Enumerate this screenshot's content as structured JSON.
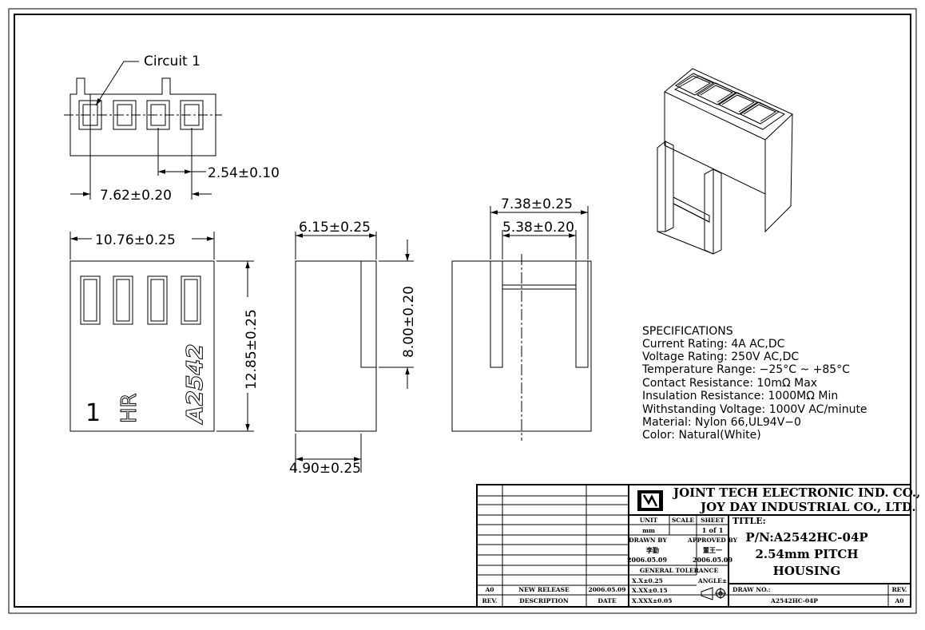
{
  "views": {
    "top": {
      "circuit_label": "Circuit 1",
      "pitch_dim": "2.54±0.10",
      "span_dim": "7.62±0.20"
    },
    "front": {
      "width_dim": "10.76±0.25",
      "height_dim": "12.85±0.25",
      "marking_1": "1",
      "marking_hr": "HR",
      "marking_part": "A2542"
    },
    "side": {
      "top_dim": "6.15±0.25",
      "bottom_dim": "4.90±0.25",
      "slot_dim": "8.00±0.20"
    },
    "rear": {
      "outer_dim": "7.38±0.25",
      "inner_dim": "5.38±0.20"
    }
  },
  "specifications": {
    "heading": "SPECIFICATIONS",
    "lines": [
      "Current Rating: 4A AC,DC",
      "Voltage Rating: 250V AC,DC",
      "Temperature Range: −25°C ~ +85°C",
      "Contact Resistance: 10mΩ Max",
      "Insulation Resistance: 1000MΩ Min",
      "Withstanding Voltage: 1000V AC/minute",
      "Material: Nylon 66,UL94V−0",
      "Color: Natural(White)"
    ]
  },
  "title_block": {
    "company_1": "JOINT TECH ELECTRONIC IND. CO., LTD.",
    "company_2": "JOY DAY INDUSTRIAL CO., LTD.",
    "unit_label": "UNIT",
    "unit_value": "mm",
    "scale_label": "SCALE",
    "scale_value": "",
    "sheet_label": "SHEET",
    "sheet_value": "1 of 1",
    "drawn_by_label": "DRAWN BY",
    "drawn_by_name": "李勤",
    "drawn_date": "2006.05.09",
    "approved_by_label": "APPROVED BY",
    "approved_by_name": "董王一",
    "approved_date": "2006.05.09",
    "general_tolerance_label": "GENERAL TOLERANCE",
    "tol_1": "X.X±0.25",
    "tol_2": "X.XX±0.15",
    "tol_3": "X.XXX±0.05",
    "angle_label": "ANGLE±",
    "title_label": "TITLE:",
    "title_line_1": "P/N:A2542HC-04P",
    "title_line_2": "2.54mm PITCH",
    "title_line_3": "HOUSING",
    "draw_no_label": "DRAW NO.:",
    "draw_no_value": "A2542HC-04P",
    "rev_label": "REV.",
    "rev_value": "A0",
    "revision_row": {
      "rev": "A0",
      "description": "NEW RELEASE",
      "date": "2006.05.09"
    },
    "revision_header": {
      "rev": "REV.",
      "description": "DESCRIPTION",
      "date": "DATE"
    }
  }
}
